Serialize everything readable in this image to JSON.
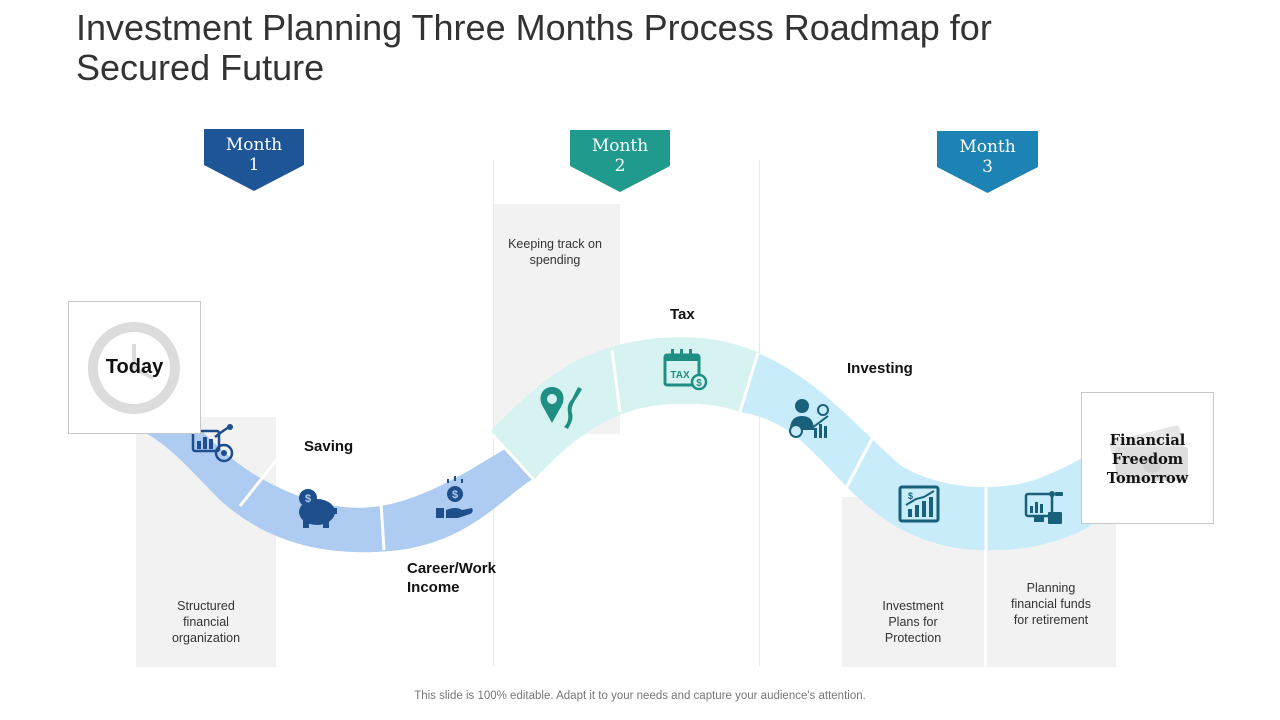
{
  "title": "Investment Planning Three Months Process Roadmap for Secured Future",
  "months": [
    {
      "line1": "Month",
      "line2": "1",
      "color": "#1e5596"
    },
    {
      "line1": "Month",
      "line2": "2",
      "color": "#1f9a8c"
    },
    {
      "line1": "Month",
      "line2": "3",
      "color": "#1d83b4"
    }
  ],
  "start": {
    "label": "Today"
  },
  "end": {
    "label": "Financial Freedom Tomorrow"
  },
  "steps": {
    "saving": "Saving",
    "career_income": "Career/Work Income",
    "tax": "Tax",
    "investing": "Investing"
  },
  "notes": {
    "structured": "Structured financial organization",
    "keeping_track": "Keeping track on spending",
    "investment_plans": "Investment Plans for Protection",
    "planning_funds": "Planning financial funds for retirement"
  },
  "icons": [
    "analytics-icon",
    "piggy-bank-icon",
    "money-hand-icon",
    "location-road-icon",
    "tax-calendar-icon",
    "investor-icon",
    "growth-chart-icon",
    "computer-finance-icon"
  ],
  "colors": {
    "band_blue": "#aecbf2",
    "band_mint": "#d7f3f1",
    "band_sky": "#c8ecf9",
    "icon_blue": "#1e4e8c",
    "icon_teal": "#1f8f84",
    "icon_dark_teal": "#19607a"
  },
  "footer": "This slide is 100% editable. Adapt it to your needs and capture your audience's attention."
}
